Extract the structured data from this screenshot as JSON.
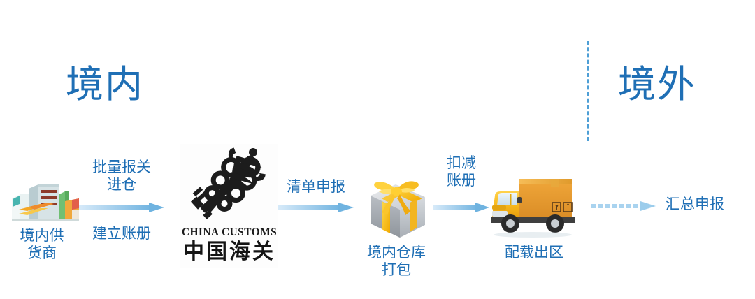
{
  "regions": {
    "domestic": "境内",
    "overseas": "境外"
  },
  "divider": {
    "name": "border-divider",
    "style": "dashed",
    "color": "#4e9fd6"
  },
  "colors": {
    "text_blue": "#1f6fb5",
    "arrow_blue": "#4e9fd6",
    "arrow_light": "#cfe6f8",
    "gift_ribbon": "#f5c518",
    "truck_cab": "#f5b519",
    "truck_body": "#e39327"
  },
  "nodes": [
    {
      "id": "supplier",
      "label": "境内供\n货商",
      "icon": "factory-icon"
    },
    {
      "id": "customs",
      "label": "",
      "icon": "china-customs-emblem-icon",
      "emblem_en": "CHINA CUSTOMS",
      "emblem_cn": "中国海关"
    },
    {
      "id": "warehouse",
      "label": "境内仓库\n打包",
      "icon": "gift-box-icon"
    },
    {
      "id": "truck",
      "label": "配载出区",
      "icon": "delivery-truck-icon"
    }
  ],
  "arrows": [
    {
      "id": "arrow-1",
      "style": "solid",
      "caption_top": "批量报关\n进仓",
      "caption_bottom": "建立账册"
    },
    {
      "id": "arrow-2",
      "style": "solid",
      "caption_top": "清单申报",
      "caption_bottom": ""
    },
    {
      "id": "arrow-3",
      "style": "solid",
      "caption_top": "扣减\n账册",
      "caption_bottom": ""
    },
    {
      "id": "arrow-4",
      "style": "dotted",
      "caption_right": "汇总申报"
    }
  ]
}
